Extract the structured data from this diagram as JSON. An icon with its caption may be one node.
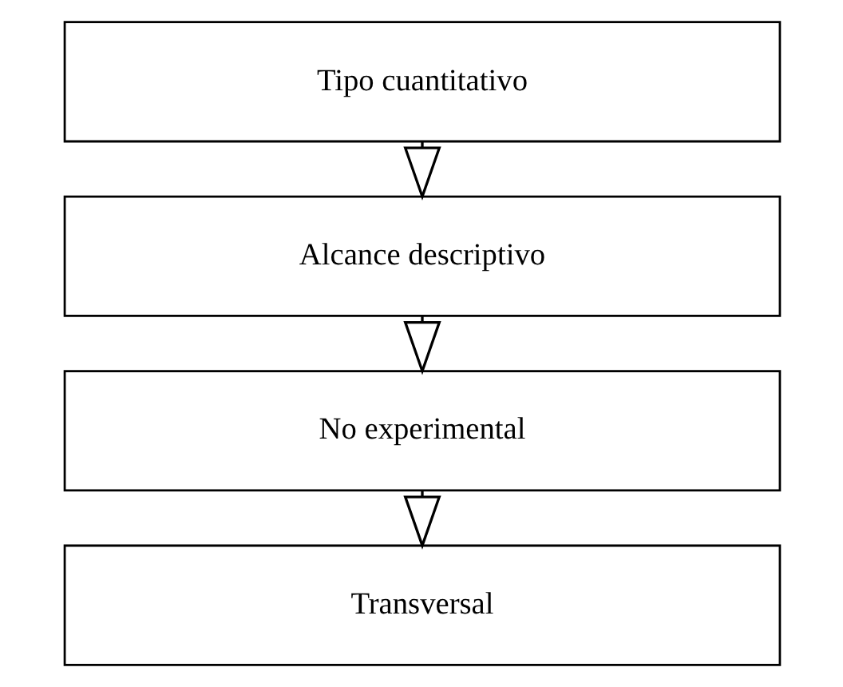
{
  "diagram": {
    "nodes": [
      {
        "text": [
          "Tipo cuantitativo"
        ]
      },
      {
        "text": [
          "Alcance descriptivo"
        ]
      },
      {
        "text": [
          "No experimental"
        ]
      },
      {
        "text": [
          "Transversal"
        ]
      }
    ],
    "edges": [
      {
        "from": 0,
        "to": 1,
        "arrow": "to"
      },
      {
        "from": 1,
        "to": 2,
        "arrow": "to"
      },
      {
        "from": 2,
        "to": 3,
        "arrow": "to"
      }
    ]
  }
}
